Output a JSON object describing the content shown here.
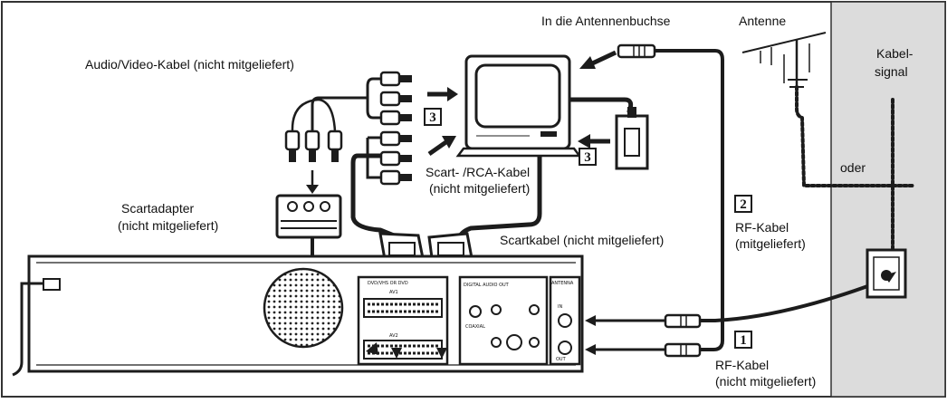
{
  "labels": {
    "antenna_socket": "In die Antennenbuchse",
    "antenna": "Antenne",
    "cable_signal_line1": "Kabel-",
    "cable_signal_line2": "signal",
    "av_cable": "Audio/Video-Kabel (nicht mitgeliefert)",
    "scart_rca_line1": "Scart- /RCA-Kabel",
    "scart_rca_line2": "(nicht mitgeliefert)",
    "scart_adapter_line1": "Scartadapter",
    "scart_adapter_line2": "(nicht mitgeliefert)",
    "scart_cable": "Scartkabel (nicht mitgeliefert)",
    "oder": "oder",
    "rf_cable_supplied_line1": "RF-Kabel",
    "rf_cable_supplied_line2": "(mitgeliefert)",
    "rf_cable_not_supplied_line1": "RF-Kabel",
    "rf_cable_not_supplied_line2": "(nicht mitgeliefert)"
  },
  "steps": {
    "s1": "1",
    "s2": "2",
    "s3a": "3",
    "s3b": "3"
  },
  "panel_text": {
    "dvd_vhs": "DVD/VHS OR DVD",
    "av1": "AV1",
    "av2": "AV2",
    "antenna": "ANTENNA",
    "coaxial": "COAXIAL",
    "digital_audio": "DIGITAL AUDIO OUT",
    "in": "IN",
    "out": "OUT"
  }
}
